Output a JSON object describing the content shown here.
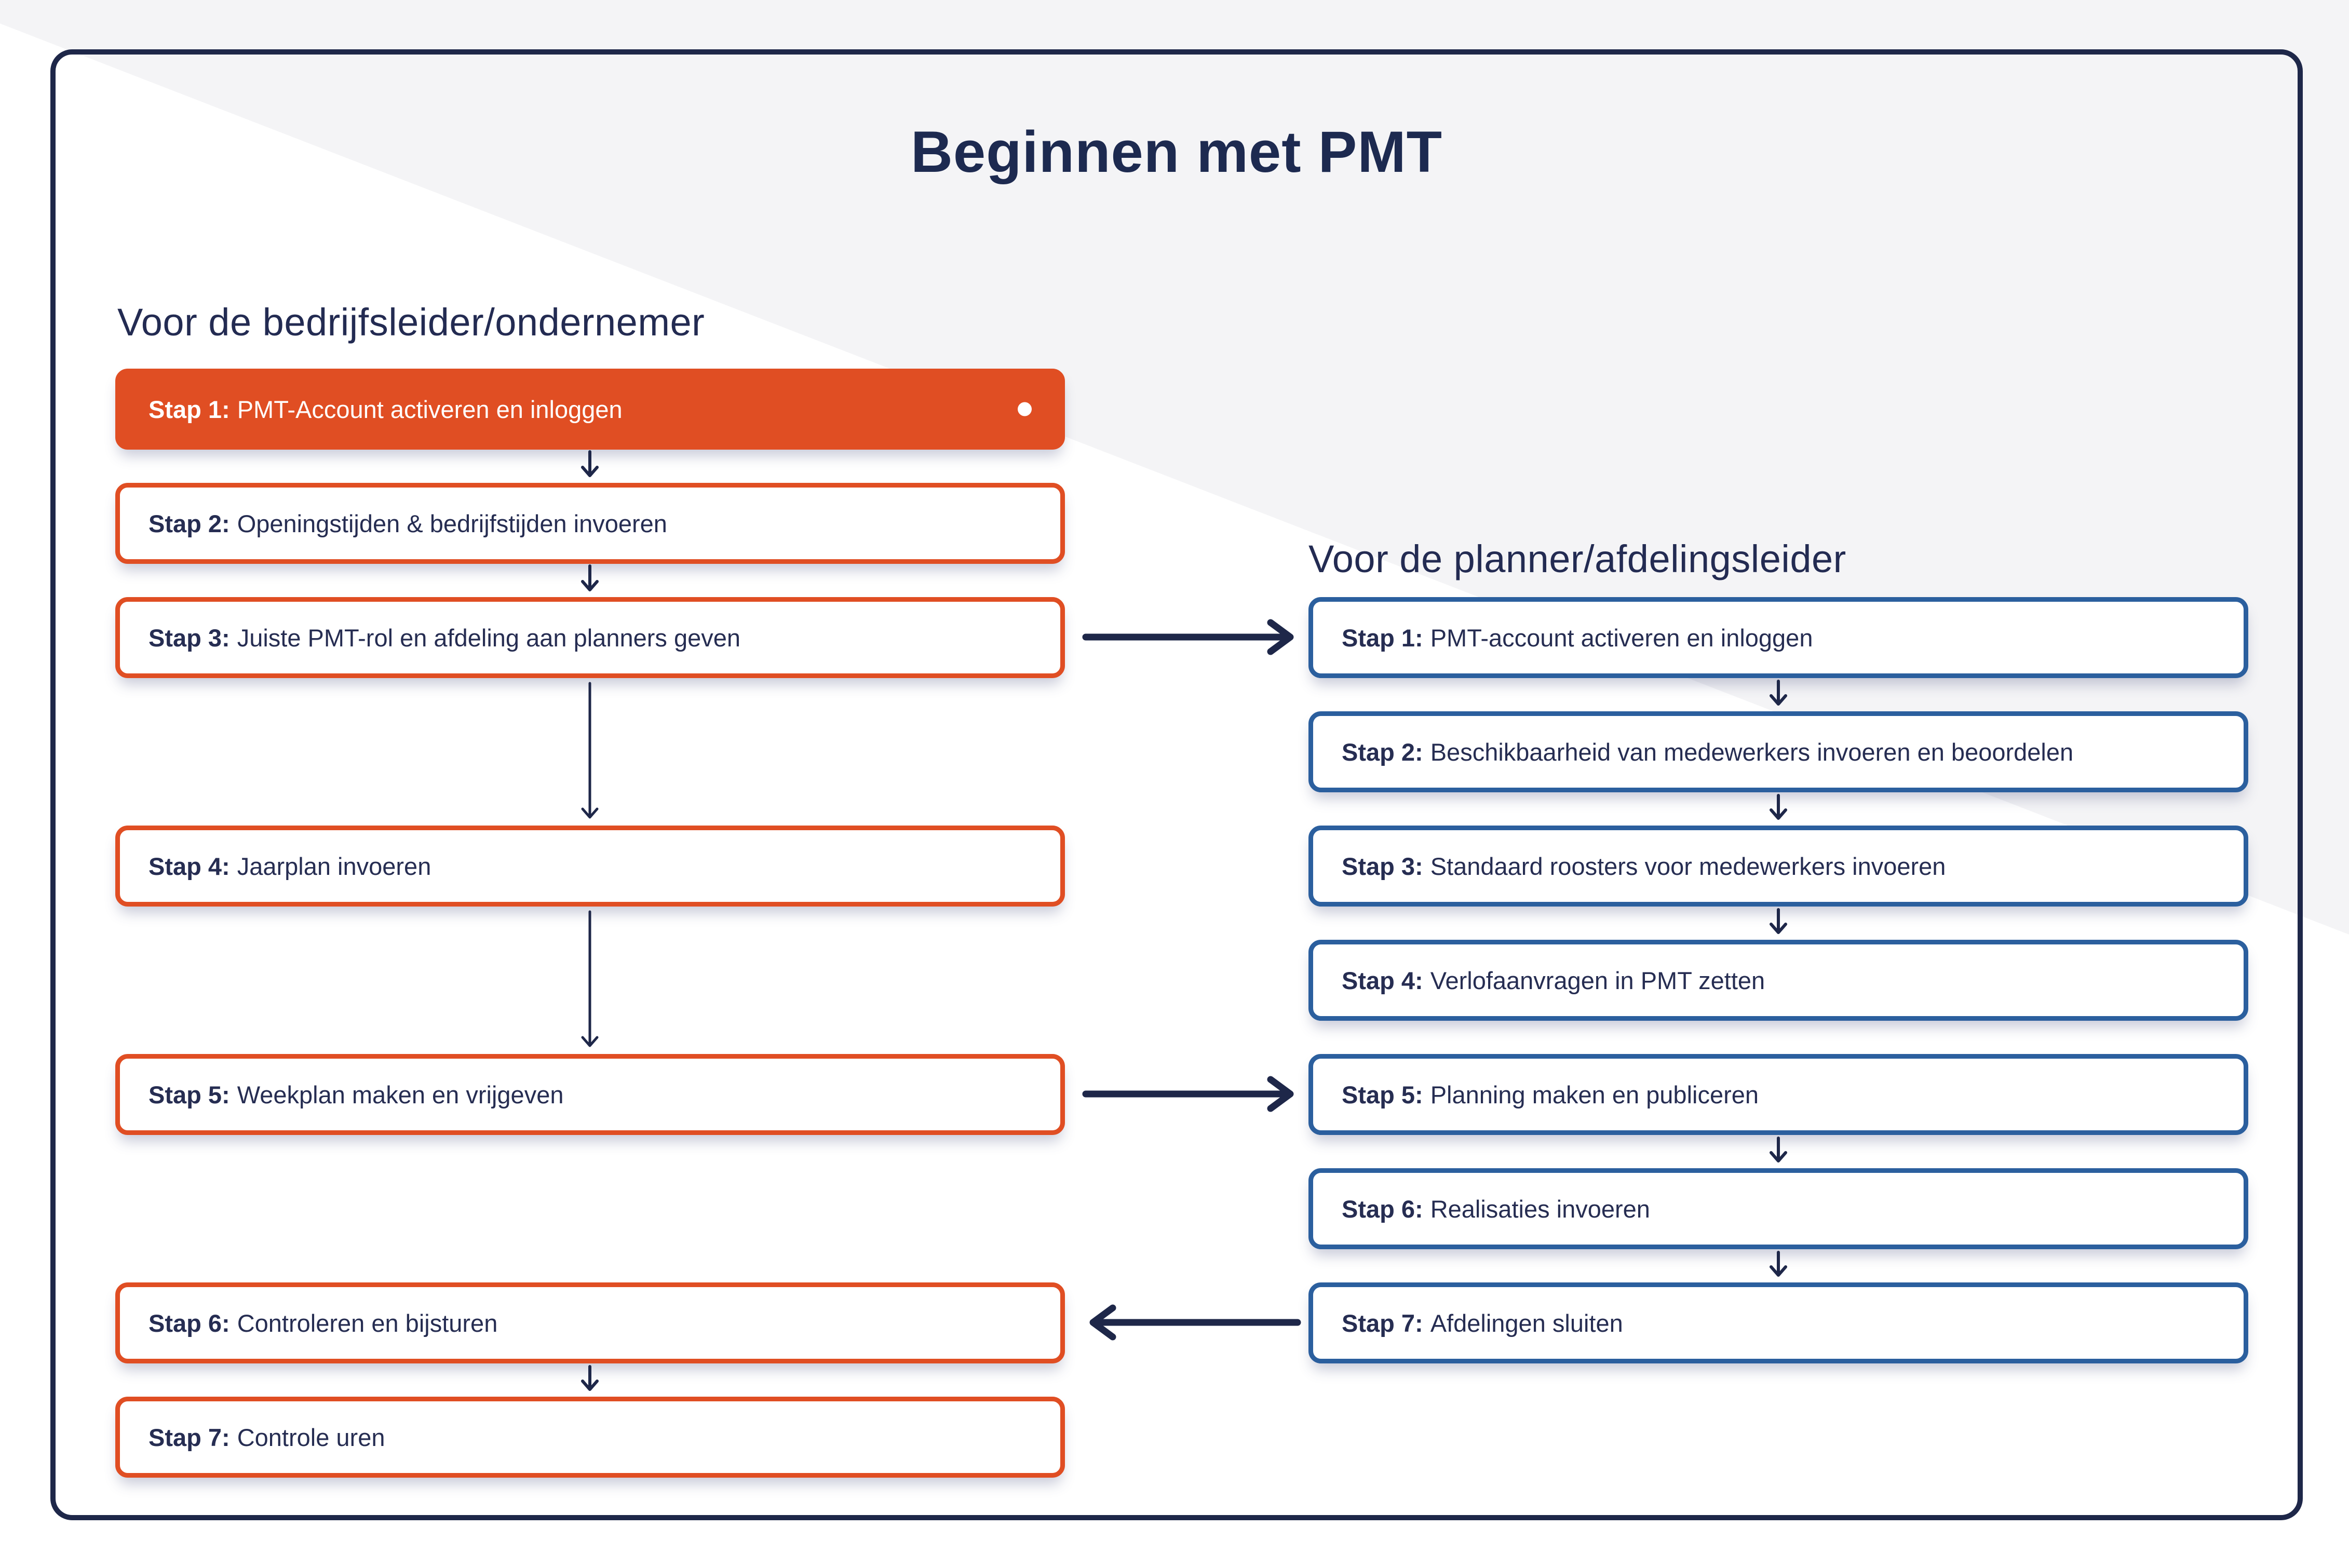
{
  "title": "Beginnen met PMT",
  "left": {
    "header": "Voor de bedrijfsleider/ondernemer",
    "steps": [
      {
        "prefix": "Stap 1:",
        "text": "PMT-Account activeren en inloggen"
      },
      {
        "prefix": "Stap 2:",
        "text": "Openingstijden & bedrijfstijden invoeren"
      },
      {
        "prefix": "Stap 3:",
        "text": "Juiste PMT-rol en afdeling aan planners geven"
      },
      {
        "prefix": "Stap 4:",
        "text": "Jaarplan invoeren"
      },
      {
        "prefix": "Stap 5:",
        "text": "Weekplan maken en vrijgeven"
      },
      {
        "prefix": "Stap 6:",
        "text": "Controleren en bijsturen"
      },
      {
        "prefix": "Stap 7:",
        "text": "Controle uren"
      }
    ]
  },
  "right": {
    "header": "Voor de planner/afdelingsleider",
    "steps": [
      {
        "prefix": "Stap 1:",
        "text": "PMT-account activeren en inloggen"
      },
      {
        "prefix": "Stap 2:",
        "text": "Beschikbaarheid van medewerkers invoeren en beoordelen"
      },
      {
        "prefix": "Stap 3:",
        "text": "Standaard roosters voor medewerkers invoeren"
      },
      {
        "prefix": "Stap 4:",
        "text": "Verlofaanvragen in PMT zetten"
      },
      {
        "prefix": "Stap 5:",
        "text": "Planning maken en publiceren"
      },
      {
        "prefix": "Stap 6:",
        "text": "Realisaties invoeren"
      },
      {
        "prefix": "Stap 7:",
        "text": "Afdelingen sluiten"
      }
    ]
  },
  "colors": {
    "accent_orange": "#e04e23",
    "accent_blue": "#2b5f9e",
    "navy": "#1e2749",
    "background_gray": "#f4f4f6"
  }
}
